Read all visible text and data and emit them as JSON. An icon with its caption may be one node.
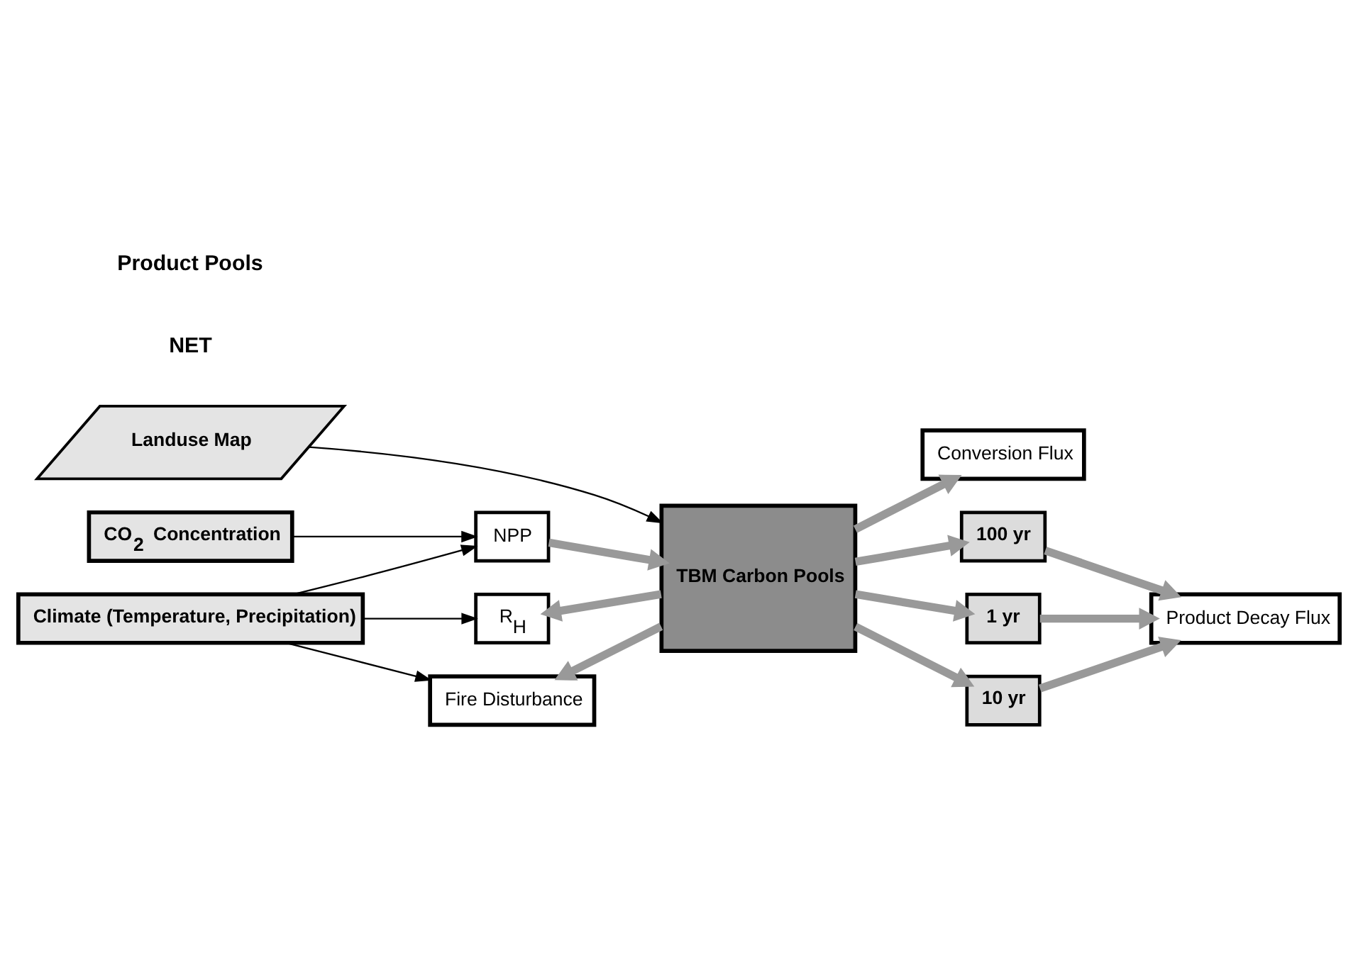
{
  "diagram": {
    "nodes": [
      {
        "text": [
          "CO$_{2}$ Concentration"
        ]
      },
      {
        "text": [
          "Climate (Temperature, Precipitation)"
        ]
      },
      {
        "text": [
          "Landuse Map"
        ]
      },
      {
        "text": [
          "NPP"
        ]
      },
      {
        "text": [
          "R$_{H}$"
        ]
      },
      {
        "text": [
          "Conversion Flux"
        ]
      },
      {
        "text": [
          "Product Decay Flux"
        ]
      },
      {
        "text": [
          "Fire Disturbance"
        ]
      },
      {
        "text": [
          "TBM Carbon Pools"
        ]
      },
      {
        "text": [
          "1 yr"
        ]
      },
      {
        "text": [
          "10 yr"
        ]
      },
      {
        "text": [
          "100 yr"
        ]
      }
    ],
    "edges": [
      {
        "from": 0,
        "to": 3,
        "arrow": "to",
        "color": "#000000"
      },
      {
        "from": 1,
        "to": 3,
        "arrow": "to",
        "color": "#000000"
      },
      {
        "from": 1,
        "to": 4,
        "arrow": "to",
        "color": "#000000"
      },
      {
        "from": 1,
        "to": 7,
        "arrow": "to",
        "color": "#000000"
      },
      {
        "from": 2,
        "to": 8,
        "arrow": "to",
        "color": "#000000"
      },
      {
        "from": 3,
        "to": 8,
        "arrow": "to"
      },
      {
        "from": 8,
        "to": 4,
        "arrow": "to"
      },
      {
        "from": 8,
        "to": 7,
        "arrow": "to"
      },
      {
        "from": 8,
        "to": 5,
        "arrow": "to"
      },
      {
        "from": 8,
        "to": 9,
        "arrow": "to"
      },
      {
        "from": 8,
        "to": 10,
        "arrow": "to"
      },
      {
        "from": 8,
        "to": 11,
        "arrow": "to"
      },
      {
        "from": 9,
        "to": 6,
        "arrow": "to"
      },
      {
        "from": 10,
        "to": 6,
        "arrow": "to"
      },
      {
        "from": 11,
        "to": 6,
        "arrow": "to"
      }
    ],
    "labels": [
      "NET",
      "Product Pools"
    ]
  }
}
